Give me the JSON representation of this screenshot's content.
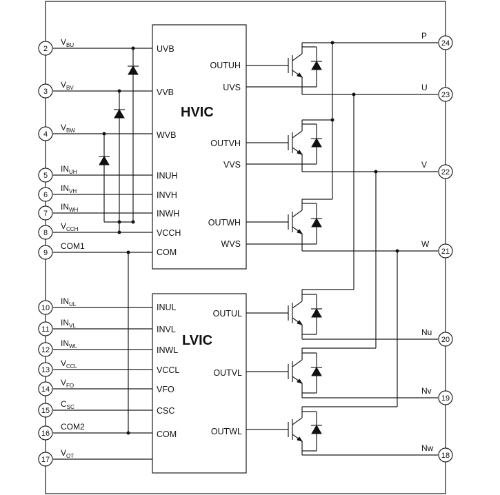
{
  "hvic": {
    "title": "HVIC",
    "left_pins": [
      "UVB",
      "VVB",
      "WVB",
      "INUH",
      "INVH",
      "INWH",
      "VCCH",
      "COM"
    ],
    "right_pins": [
      "OUTUH",
      "UVS",
      "OUTVH",
      "VVS",
      "OUTWH",
      "WVS"
    ]
  },
  "lvic": {
    "title": "LVIC",
    "left_pins": [
      "INUL",
      "INVL",
      "INWL",
      "VCCL",
      "VFO",
      "CSC",
      "COM"
    ],
    "right_pins": [
      "OUTUL",
      "OUTVL",
      "OUTWL"
    ]
  },
  "left_pins": [
    {
      "num": "2",
      "main": "V",
      "sub": "BU"
    },
    {
      "num": "3",
      "main": "V",
      "sub": "BV"
    },
    {
      "num": "4",
      "main": "V",
      "sub": "BW"
    },
    {
      "num": "5",
      "main": "IN",
      "sub": "UH"
    },
    {
      "num": "6",
      "main": "IN",
      "sub": "VH"
    },
    {
      "num": "7",
      "main": "IN",
      "sub": "WH"
    },
    {
      "num": "8",
      "main": "V",
      "sub": "CCH"
    },
    {
      "num": "9",
      "main": "COM1",
      "sub": ""
    },
    {
      "num": "10",
      "main": "IN",
      "sub": "UL"
    },
    {
      "num": "11",
      "main": "IN",
      "sub": "VL"
    },
    {
      "num": "12",
      "main": "IN",
      "sub": "WL"
    },
    {
      "num": "13",
      "main": "V",
      "sub": "CCL"
    },
    {
      "num": "14",
      "main": "V",
      "sub": "FO"
    },
    {
      "num": "15",
      "main": "C",
      "sub": "SC"
    },
    {
      "num": "16",
      "main": "COM2",
      "sub": ""
    },
    {
      "num": "17",
      "main": "V",
      "sub": "OT"
    }
  ],
  "right_pins": [
    {
      "num": "24",
      "label": "P"
    },
    {
      "num": "23",
      "label": "U"
    },
    {
      "num": "22",
      "label": "V"
    },
    {
      "num": "21",
      "label": "W"
    },
    {
      "num": "20",
      "label": "Nu"
    },
    {
      "num": "19",
      "label": "Nv"
    },
    {
      "num": "18",
      "label": "Nw"
    }
  ]
}
